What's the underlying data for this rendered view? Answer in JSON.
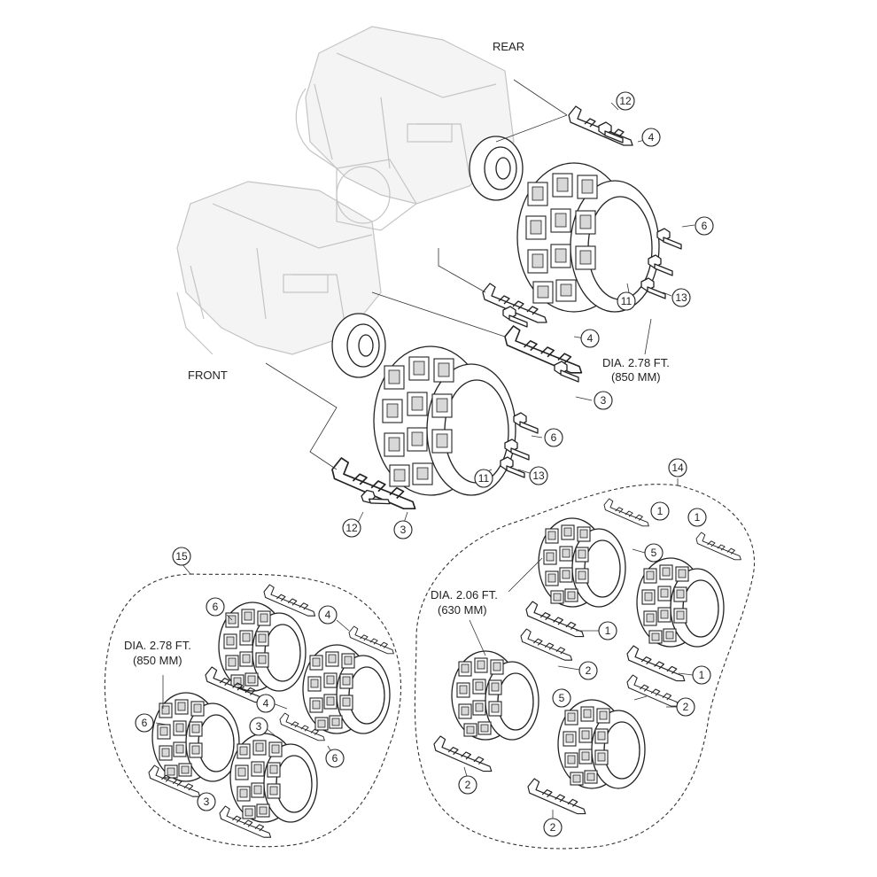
{
  "labels": {
    "rear": "REAR",
    "front": "FRONT",
    "dia_large_1": "DIA. 2.78 FT.",
    "dia_large_1b": "(850 MM)",
    "dia_small_1": "DIA. 2.06 FT.",
    "dia_small_1b": "(630 MM)",
    "dia_large_2": "DIA. 2.78 FT.",
    "dia_large_2b": "(850 MM)"
  },
  "callouts": {
    "c12a": "12",
    "c4a": "4",
    "c6a": "6",
    "c11a": "11",
    "c13a": "13",
    "c4b": "4",
    "c3a": "3",
    "c6b": "6",
    "c11b": "11",
    "c13b": "13",
    "c12b": "12",
    "c3b": "3",
    "c14": "14",
    "c15": "15",
    "c1a": "1",
    "c1b": "1",
    "c5a": "5",
    "c1c": "1",
    "c2a": "2",
    "c1d": "1",
    "c5b": "5",
    "c2b": "2",
    "c2c": "2",
    "c2d": "2",
    "c6c": "6",
    "c4c": "4",
    "c6d": "6",
    "c4d": "4",
    "c3c": "3",
    "c6e": "6",
    "c3d": "3"
  },
  "colors": {
    "ink": "#222222",
    "ghost": "#c4c4c4"
  }
}
